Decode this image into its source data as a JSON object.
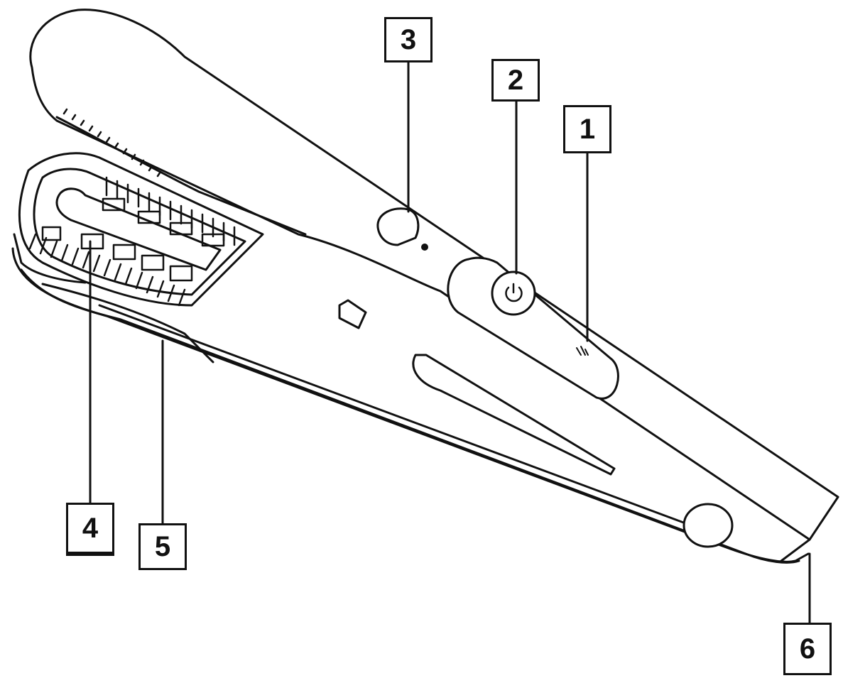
{
  "callouts": [
    {
      "id": "1",
      "label": "1"
    },
    {
      "id": "2",
      "label": "2"
    },
    {
      "id": "3",
      "label": "3"
    },
    {
      "id": "4",
      "label": "4"
    },
    {
      "id": "5",
      "label": "5"
    },
    {
      "id": "6",
      "label": "6"
    }
  ],
  "colors": {
    "stroke": "#111111",
    "fill": "#ffffff"
  },
  "icons": {
    "power": "power-icon",
    "lock": "lock-icon",
    "heat": "heat-indicator-icon"
  }
}
